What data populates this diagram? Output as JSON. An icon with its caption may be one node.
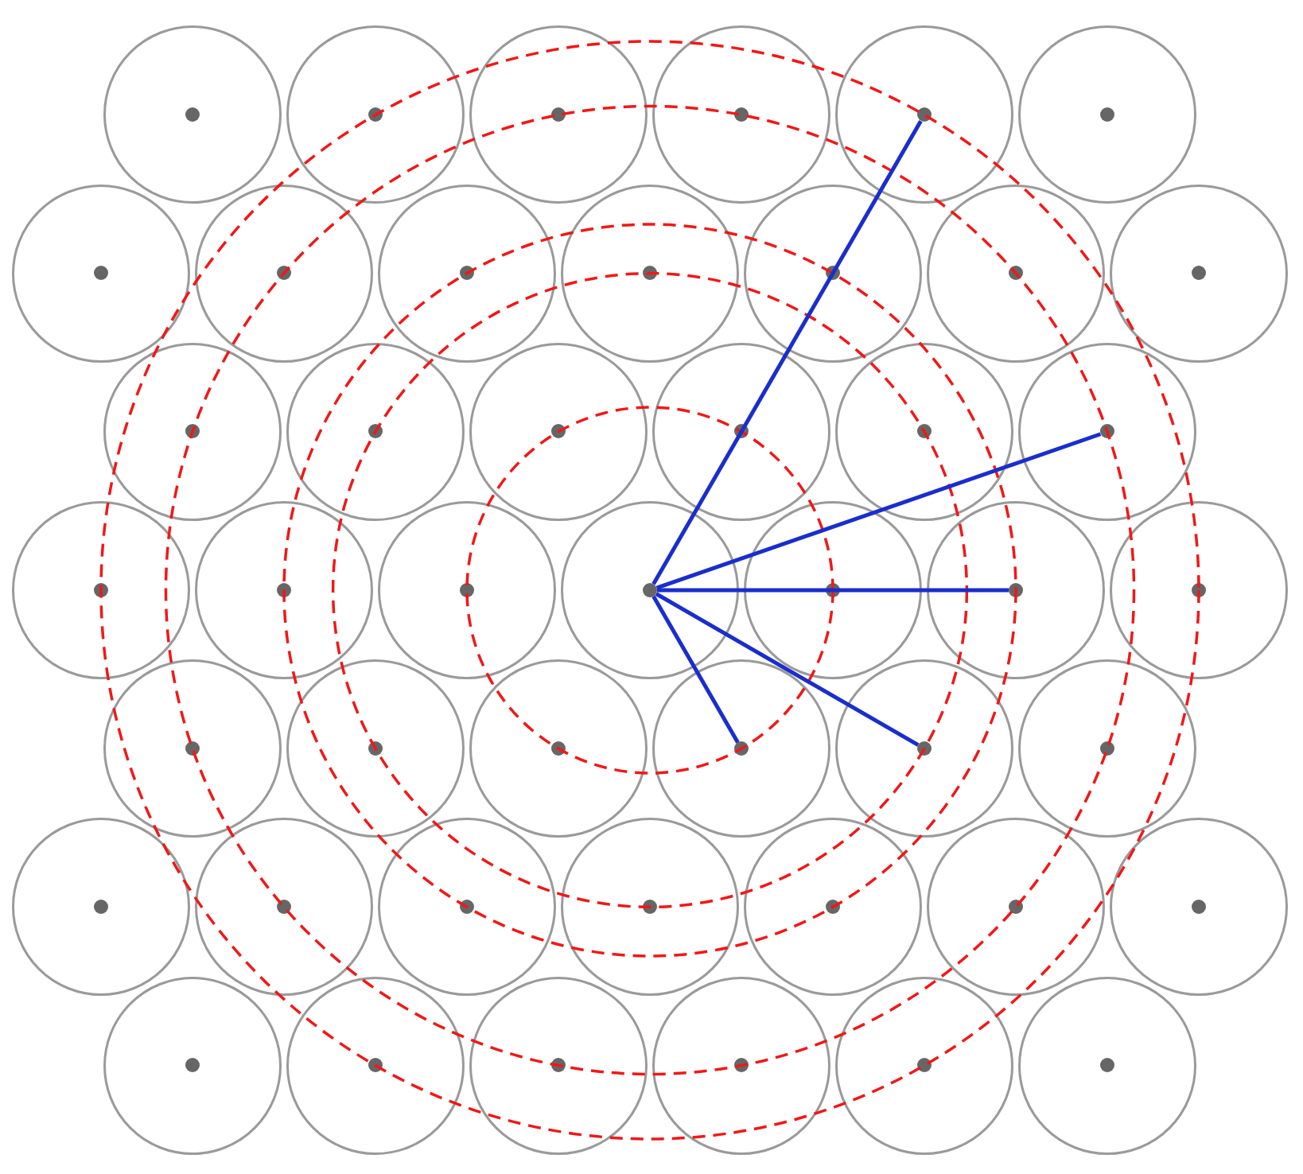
{
  "diagram": {
    "nodes": [
      {
        "text": [],
        "shape": "circle"
      },
      {
        "text": [],
        "shape": "circle",
        "in": 0
      },
      {
        "text": [],
        "shape": "circle"
      },
      {
        "text": [],
        "shape": "circle",
        "in": 2
      },
      {
        "text": [],
        "shape": "circle"
      },
      {
        "text": [],
        "shape": "circle",
        "in": 4
      },
      {
        "text": [],
        "shape": "circle"
      },
      {
        "text": [],
        "shape": "circle",
        "in": 6
      },
      {
        "text": [],
        "shape": "circle"
      },
      {
        "text": [],
        "shape": "circle",
        "in": 8
      },
      {
        "text": [],
        "shape": "circle"
      },
      {
        "text": [],
        "shape": "circle",
        "in": 10
      },
      {
        "text": [],
        "shape": "circle"
      },
      {
        "text": [],
        "shape": "circle",
        "in": 12
      },
      {
        "text": [],
        "shape": "circle"
      },
      {
        "text": [],
        "shape": "circle",
        "in": 14
      },
      {
        "text": [],
        "shape": "circle"
      },
      {
        "text": [],
        "shape": "circle",
        "in": 16
      },
      {
        "text": [],
        "shape": "circle"
      },
      {
        "text": [],
        "shape": "circle",
        "in": 18
      },
      {
        "text": [],
        "shape": "circle"
      },
      {
        "text": [],
        "shape": "circle",
        "in": 20
      },
      {
        "text": [],
        "shape": "circle"
      },
      {
        "text": [],
        "shape": "circle",
        "in": 22
      },
      {
        "text": [],
        "shape": "circle"
      },
      {
        "text": [],
        "shape": "circle",
        "in": 24
      },
      {
        "text": [],
        "shape": "circle"
      },
      {
        "text": [],
        "shape": "circle",
        "in": 26
      },
      {
        "text": [],
        "shape": "circle"
      },
      {
        "text": [],
        "shape": "circle",
        "in": 28
      },
      {
        "text": [],
        "shape": "circle"
      },
      {
        "text": [],
        "shape": "circle",
        "in": 30
      },
      {
        "text": [],
        "shape": "circle"
      },
      {
        "text": [],
        "shape": "circle",
        "in": 32
      },
      {
        "text": [],
        "shape": "circle"
      },
      {
        "text": [],
        "shape": "circle",
        "in": 34
      },
      {
        "text": [],
        "shape": "circle"
      },
      {
        "text": [],
        "shape": "circle",
        "in": 36
      },
      {
        "text": [],
        "shape": "circle"
      },
      {
        "text": [],
        "shape": "circle",
        "in": 38
      },
      {
        "text": [],
        "shape": "circle"
      },
      {
        "text": [],
        "shape": "circle",
        "in": 40
      },
      {
        "text": [],
        "shape": "circle"
      },
      {
        "text": [],
        "shape": "circle",
        "in": 42
      },
      {
        "text": [],
        "shape": "circle"
      },
      {
        "text": [],
        "shape": "circle",
        "in": 44
      },
      {
        "text": [],
        "shape": "circle"
      },
      {
        "text": [],
        "shape": "circle",
        "in": 46
      },
      {
        "text": [],
        "shape": "circle"
      },
      {
        "text": [],
        "shape": "circle",
        "in": 48
      },
      {
        "text": [],
        "shape": "circle"
      },
      {
        "text": [],
        "shape": "circle",
        "in": 50
      },
      {
        "text": [],
        "shape": "circle"
      },
      {
        "text": [],
        "shape": "circle",
        "in": 52
      },
      {
        "text": [],
        "shape": "circle"
      },
      {
        "text": [],
        "shape": "circle",
        "in": 54
      },
      {
        "text": [],
        "shape": "circle"
      },
      {
        "text": [],
        "shape": "circle",
        "in": 56
      },
      {
        "text": [],
        "shape": "circle"
      },
      {
        "text": [],
        "shape": "circle",
        "in": 58
      },
      {
        "text": [],
        "shape": "circle"
      },
      {
        "text": [],
        "shape": "circle",
        "in": 60
      },
      {
        "text": [],
        "shape": "circle"
      },
      {
        "text": [],
        "shape": "circle",
        "in": 62
      },
      {
        "text": [],
        "shape": "circle"
      },
      {
        "text": [],
        "shape": "circle",
        "in": 64
      },
      {
        "text": [],
        "shape": "circle"
      },
      {
        "text": [],
        "shape": "circle",
        "in": 66
      },
      {
        "text": [],
        "shape": "circle"
      },
      {
        "text": [],
        "shape": "circle",
        "in": 68
      },
      {
        "text": [],
        "shape": "circle"
      },
      {
        "text": [],
        "shape": "circle",
        "in": 70
      },
      {
        "text": [],
        "shape": "circle"
      },
      {
        "text": [],
        "shape": "circle",
        "in": 72
      },
      {
        "text": [],
        "shape": "circle"
      },
      {
        "text": [],
        "shape": "circle",
        "in": 74
      },
      {
        "text": [],
        "shape": "circle"
      },
      {
        "text": [],
        "shape": "circle",
        "in": 76
      },
      {
        "text": [],
        "shape": "circle"
      },
      {
        "text": [],
        "shape": "circle",
        "in": 78
      },
      {
        "text": [],
        "shape": "circle"
      },
      {
        "text": [],
        "shape": "circle",
        "in": 80
      },
      {
        "text": [],
        "shape": "circle"
      },
      {
        "text": [],
        "shape": "circle",
        "in": 82
      },
      {
        "text": [],
        "shape": "circle"
      },
      {
        "text": [],
        "shape": "circle",
        "in": 84
      },
      {
        "text": [],
        "shape": "circle"
      },
      {
        "text": [],
        "shape": "circle",
        "in": 86
      },
      {
        "text": [],
        "shape": "circle"
      },
      {
        "text": [],
        "shape": "circle",
        "in": 88
      }
    ],
    "edges": [
      {
        "from": 45,
        "to": 9,
        "arrow": "none"
      },
      {
        "from": 45,
        "to": 37,
        "arrow": "none"
      },
      {
        "from": 45,
        "to": 49,
        "arrow": "none"
      },
      {
        "from": 45,
        "to": 61,
        "arrow": "none"
      },
      {
        "from": 45,
        "to": 59,
        "arrow": "none"
      }
    ]
  }
}
